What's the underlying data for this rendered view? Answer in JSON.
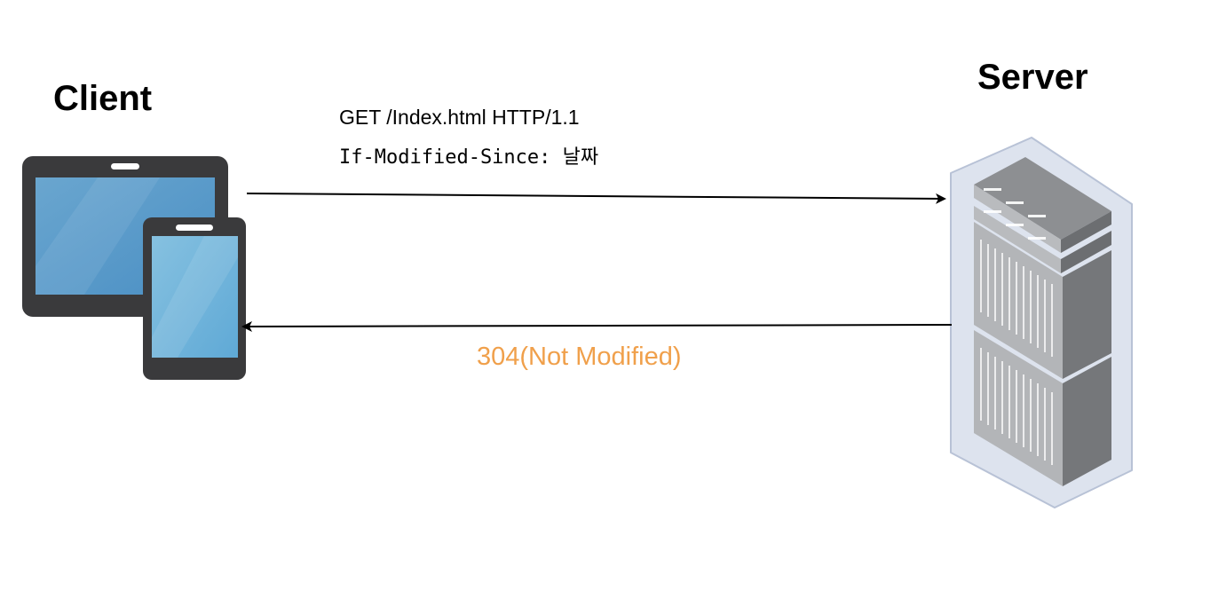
{
  "client": {
    "title": "Client"
  },
  "server": {
    "title": "Server"
  },
  "request": {
    "line": "GET /Index.html HTTP/1.1",
    "header": "If-Modified-Since: 날짜"
  },
  "response": {
    "status": "304(Not Modified)",
    "color": "#f0a04b"
  },
  "icons": [
    "tablet-icon",
    "phone-icon",
    "server-rack-icon",
    "arrow-right-icon",
    "arrow-left-icon"
  ]
}
